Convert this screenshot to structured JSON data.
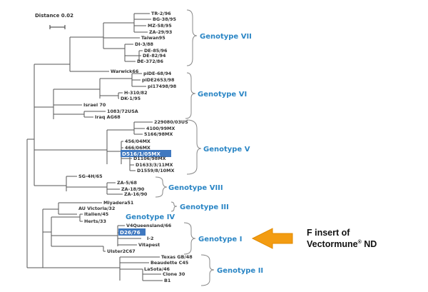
{
  "scale": {
    "label": "Distance 0.02"
  },
  "taxa": [
    "TR-2/96",
    "BG-38/95",
    "MZ-58/95",
    "ZA-29/93",
    "Taiwan95",
    "DI-3/88",
    "DE-85/96",
    "DE-82/94",
    "DE-372/86",
    "Warwick66",
    "piDE-68/94",
    "piDE2653/98",
    "pi17498/98",
    "H-310/82",
    "DK-1/95",
    "Israel 70",
    "1083/72USA",
    "Iraq AG68",
    "229080/03US",
    "4100/99MX",
    "5166/98MX",
    "456/04MX",
    "466/06MX",
    "D516/1/05MX",
    "D1106/98MX",
    "D1633/3/11MX",
    "D1559/8/10MX",
    "SG-4H/65",
    "ZA-5/68",
    "ZA-18/90",
    "ZA-16/90",
    "Miyadera51",
    "AU Victoria/32",
    "Italien/45",
    "Herts/33",
    "V4Queensland/66",
    "D26/76",
    "I-2",
    "Vitapest",
    "Ulster2C67",
    "Texas GB/48",
    "Beaudette C45",
    "LaSota/46",
    "Clone 30",
    "B1"
  ],
  "genotypes": [
    "Genotype VII",
    "Genotype VI",
    "Genotype V",
    "Genotype VIII",
    "Genotype III",
    "Genotype IV",
    "Genotype I",
    "Genotype II"
  ],
  "callout": {
    "line1": "F insert of",
    "line2_main": "Vectormune",
    "line2_sup": "®",
    "line2_end": " ND",
    "arrow": "orange-arrow-icon",
    "arrow_color": "#f39c12"
  },
  "colors": {
    "genotype_label": "#2b86c5",
    "highlight": "#3f78c0"
  }
}
